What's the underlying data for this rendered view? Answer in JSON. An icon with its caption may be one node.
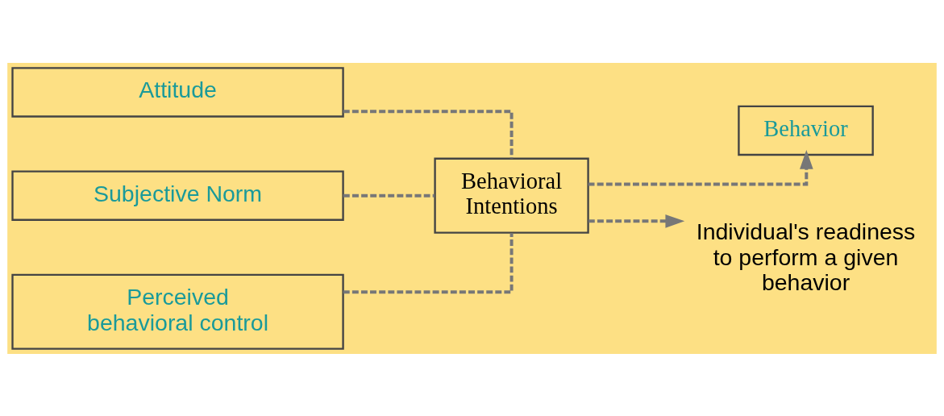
{
  "diagram": {
    "nodes": [
      {
        "text": [
          "Attitude"
        ]
      },
      {
        "text": [
          "Subjective Norm"
        ]
      },
      {
        "text": [
          "Perceived behavioral control"
        ]
      },
      {
        "text": [
          "Behavioral Intentions"
        ]
      },
      {
        "text": [
          "Behavior"
        ]
      },
      {
        "text": [
          "Individual's readiness to perform a given behavior"
        ]
      }
    ],
    "edges": [
      {
        "from": 0,
        "to": 3,
        "arrow": "none",
        "style": "dashed"
      },
      {
        "from": 1,
        "to": 3,
        "arrow": "none",
        "style": "dashed"
      },
      {
        "from": 2,
        "to": 3,
        "arrow": "none",
        "style": "dashed"
      },
      {
        "from": 3,
        "to": 4,
        "arrow": "to",
        "style": "dashed"
      },
      {
        "from": 3,
        "to": 5,
        "arrow": "to",
        "style": "dashed"
      }
    ]
  }
}
